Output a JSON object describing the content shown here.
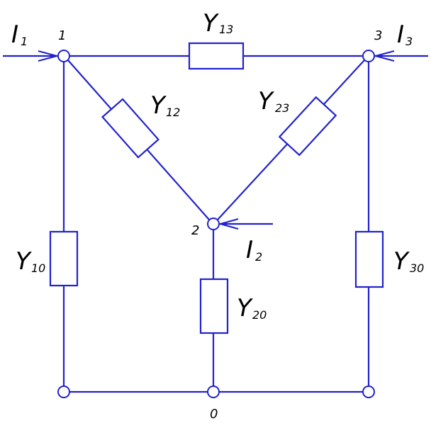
{
  "colors": {
    "line": "#2222cc",
    "text": "#000000",
    "background": "#ffffff"
  },
  "nodes": {
    "n0": "0",
    "n1": "1",
    "n2": "2",
    "n3": "3"
  },
  "admittances": {
    "y13": {
      "main": "Y",
      "sub": "13"
    },
    "y12": {
      "main": "Y",
      "sub": "12"
    },
    "y23": {
      "main": "Y",
      "sub": "23"
    },
    "y10": {
      "main": "Y",
      "sub": "10"
    },
    "y20": {
      "main": "Y",
      "sub": "20"
    },
    "y30": {
      "main": "Y",
      "sub": "30"
    }
  },
  "currents": {
    "i1": {
      "main": "I",
      "sub": "1"
    },
    "i2": {
      "main": "I",
      "sub": "2"
    },
    "i3": {
      "main": "I",
      "sub": "3"
    }
  }
}
